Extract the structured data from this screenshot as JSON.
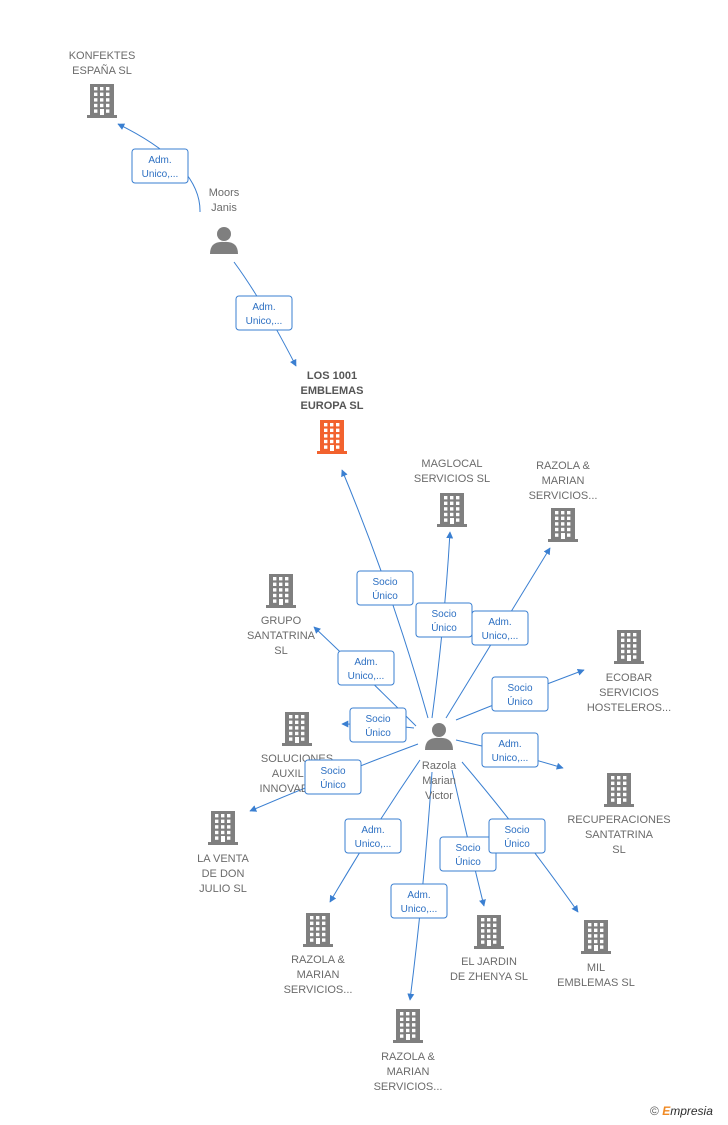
{
  "nodes": [
    {
      "id": "konfektes",
      "type": "company",
      "lines": [
        "KONFEKTES",
        "ESPAÑA  SL"
      ],
      "color": "#7f7f7f"
    },
    {
      "id": "moors",
      "type": "person",
      "lines": [
        "Moors",
        "Janis"
      ],
      "color": "#7f7f7f"
    },
    {
      "id": "los1001",
      "type": "company",
      "lines": [
        "LOS 1001",
        "EMBLEMAS",
        "EUROPA  SL"
      ],
      "color": "#f2622e",
      "focus": true
    },
    {
      "id": "maglocal",
      "type": "company",
      "lines": [
        "MAGLOCAL",
        "SERVICIOS  SL"
      ],
      "color": "#7f7f7f"
    },
    {
      "id": "razola1",
      "type": "company",
      "lines": [
        "RAZOLA &",
        "MARIAN",
        "SERVICIOS..."
      ],
      "color": "#7f7f7f"
    },
    {
      "id": "grupo",
      "type": "company",
      "lines": [
        "GRUPO",
        "SANTATRINA",
        "SL"
      ],
      "color": "#7f7f7f"
    },
    {
      "id": "ecobar",
      "type": "company",
      "lines": [
        "ECOBAR",
        "SERVICIOS",
        "HOSTELEROS..."
      ],
      "color": "#7f7f7f"
    },
    {
      "id": "soluciones",
      "type": "company",
      "lines": [
        "SOLUCIONES",
        "AUXILIAR",
        "INNOVADOR..."
      ],
      "color": "#7f7f7f"
    },
    {
      "id": "razolaPerson",
      "type": "person",
      "lines": [
        "Razola",
        "Marian",
        "Victor"
      ],
      "color": "#7f7f7f"
    },
    {
      "id": "recuperaciones",
      "type": "company",
      "lines": [
        "RECUPERACIONES",
        "SANTATRINA",
        "SL"
      ],
      "color": "#7f7f7f"
    },
    {
      "id": "laventa",
      "type": "company",
      "lines": [
        "LA VENTA",
        "DE DON",
        "JULIO  SL"
      ],
      "color": "#7f7f7f"
    },
    {
      "id": "razola2",
      "type": "company",
      "lines": [
        "RAZOLA &",
        "MARIAN",
        "SERVICIOS..."
      ],
      "color": "#7f7f7f"
    },
    {
      "id": "eljardin",
      "type": "company",
      "lines": [
        "EL JARDIN",
        "DE ZHENYA  SL"
      ],
      "color": "#7f7f7f"
    },
    {
      "id": "mil",
      "type": "company",
      "lines": [
        "MIL",
        "EMBLEMAS  SL"
      ],
      "color": "#7f7f7f"
    },
    {
      "id": "razola3",
      "type": "company",
      "lines": [
        "RAZOLA &",
        "MARIAN",
        "SERVICIOS..."
      ],
      "color": "#7f7f7f"
    }
  ],
  "edges": [
    {
      "from": "moors",
      "to": "konfektes",
      "lines": [
        "Adm.",
        "Unico,..."
      ]
    },
    {
      "from": "moors",
      "to": "los1001",
      "lines": [
        "Adm.",
        "Unico,..."
      ]
    },
    {
      "from": "razolaPerson",
      "to": "los1001",
      "lines": [
        "Socio",
        "Único"
      ]
    },
    {
      "from": "razolaPerson",
      "to": "maglocal",
      "lines": [
        "Socio",
        "Único"
      ]
    },
    {
      "from": "razolaPerson",
      "to": "razola1",
      "lines": [
        "Adm.",
        "Unico,..."
      ]
    },
    {
      "from": "razolaPerson",
      "to": "grupo",
      "lines": [
        "Adm.",
        "Unico,..."
      ]
    },
    {
      "from": "razolaPerson",
      "to": "ecobar",
      "lines": [
        "Socio",
        "Único"
      ]
    },
    {
      "from": "razolaPerson",
      "to": "soluciones",
      "lines": [
        "Socio",
        "Único"
      ]
    },
    {
      "from": "razolaPerson",
      "to": "recuperaciones",
      "lines": [
        "Adm.",
        "Unico,..."
      ]
    },
    {
      "from": "razolaPerson",
      "to": "laventa",
      "lines": [
        "Socio",
        "Único"
      ]
    },
    {
      "from": "razolaPerson",
      "to": "razola2",
      "lines": [
        "Adm.",
        "Unico,..."
      ]
    },
    {
      "from": "razolaPerson",
      "to": "eljardin",
      "lines": [
        "Socio",
        "Único"
      ]
    },
    {
      "from": "razolaPerson",
      "to": "mil",
      "lines": [
        "Socio",
        "Único"
      ]
    },
    {
      "from": "razolaPerson",
      "to": "razola3",
      "lines": [
        "Adm.",
        "Unico,..."
      ]
    }
  ],
  "watermark": {
    "symbol": "©",
    "brand_initial": "E",
    "brand_rest": "mpresia"
  },
  "colors": {
    "edge": "#3a7fd1",
    "edge_text": "#2c6fc2",
    "node": "#7f7f7f",
    "focus": "#f2622e"
  }
}
